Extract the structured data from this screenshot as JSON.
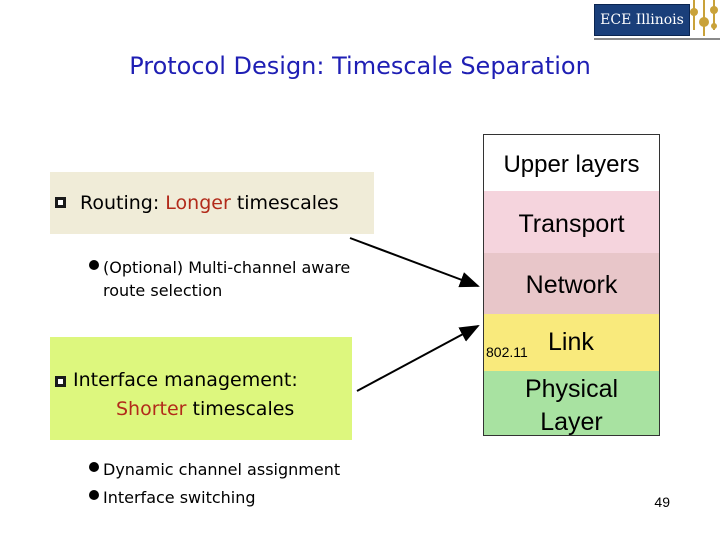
{
  "logo": {
    "text": "ECE Illinois"
  },
  "title": "Protocol Design: Timescale Separation",
  "left": {
    "routing": {
      "prefix": "Routing: ",
      "accent": "Longer",
      "suffix": " timescales"
    },
    "routing_sub": {
      "line1": "(Optional) Multi-channel aware",
      "line2": "route selection"
    },
    "iface": {
      "line1": "Interface management:",
      "accent": "Shorter",
      "suffix": " timescales"
    },
    "iface_subs": [
      "Dynamic channel assignment",
      "Interface switching"
    ]
  },
  "stack": {
    "upper": "Upper layers",
    "transport": "Transport",
    "network": "Network",
    "link_std": "802.11",
    "link": "Link",
    "physical_line1": "Physical",
    "physical_line2": "Layer"
  },
  "page_number": "49"
}
